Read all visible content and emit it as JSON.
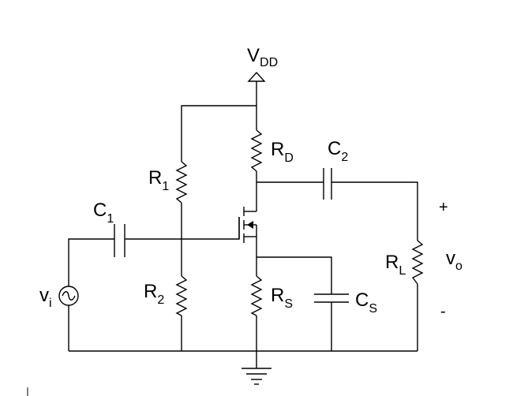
{
  "labels": {
    "vdd": {
      "main": "V",
      "sub": "DD"
    },
    "rd": {
      "main": "R",
      "sub": "D"
    },
    "r1": {
      "main": "R",
      "sub": "1"
    },
    "r2": {
      "main": "R",
      "sub": "2"
    },
    "rs": {
      "main": "R",
      "sub": "S"
    },
    "rl": {
      "main": "R",
      "sub": "L"
    },
    "c1": {
      "main": "C",
      "sub": "1"
    },
    "c2": {
      "main": "C",
      "sub": "2"
    },
    "cs": {
      "main": "C",
      "sub": "S"
    },
    "vi": {
      "main": "v",
      "sub": "i"
    },
    "vo": {
      "main": "v",
      "sub": "o"
    },
    "plus": "+",
    "minus": "-"
  }
}
